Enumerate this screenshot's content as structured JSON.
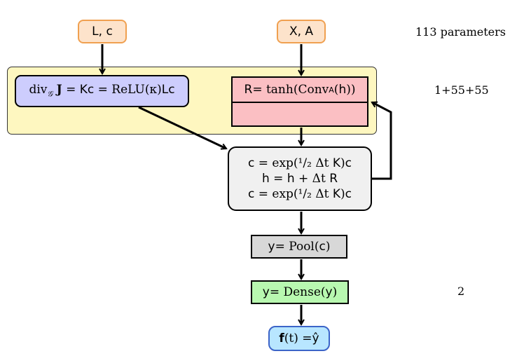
{
  "nodes": {
    "input_lc": "L, c",
    "input_xa": "X, A",
    "divergence": {
      "serif_part": "div",
      "sub": "𝒢",
      "bold_J": "J",
      "eq1": " = ",
      "kc": "Kc",
      "eq2": " = ReLU(κ)",
      "lc": "Lc"
    },
    "reaction": {
      "lhs": "R",
      "eq": " = tanh(Conv",
      "sub": "A",
      "arg_open": "(",
      "arg": "h",
      "arg_close": "))"
    },
    "update": {
      "line1": {
        "lhs": "c",
        "mid": " = exp(¹/₂ Δt ",
        "op": "K",
        "end": ")",
        "var": "c"
      },
      "line2": {
        "lhs": "h",
        "mid": " = ",
        "h": "h",
        "plus": " + Δt ",
        "r": "R"
      },
      "line3": {
        "lhs": "c",
        "mid": " = exp(¹/₂ Δt ",
        "op": "K",
        "end": ")",
        "var": "c"
      }
    },
    "pool": {
      "lhs": "y",
      "mid": " = Pool(",
      "arg": "c",
      "end": ")"
    },
    "dense": {
      "lhs": "y",
      "mid": " = Dense(",
      "arg": "y",
      "end": ")"
    },
    "output": {
      "f": "f",
      "rest": "(t) = ",
      "yhat": "ŷ"
    }
  },
  "side_labels": [
    "113 parameters",
    "1+55+55",
    "2"
  ],
  "colors": {
    "input_fill": "#fde3cb",
    "input_border": "#f0a050",
    "panel_fill": "#fef7c0",
    "div_fill": "#cdcdfd",
    "reaction_fill": "#fbbfc3",
    "update_fill": "#f0f0f0",
    "pool_fill": "#d8d8d8",
    "dense_fill": "#b8f8b0",
    "output_fill": "#b8e6ff",
    "output_border": "#3c64c8"
  }
}
